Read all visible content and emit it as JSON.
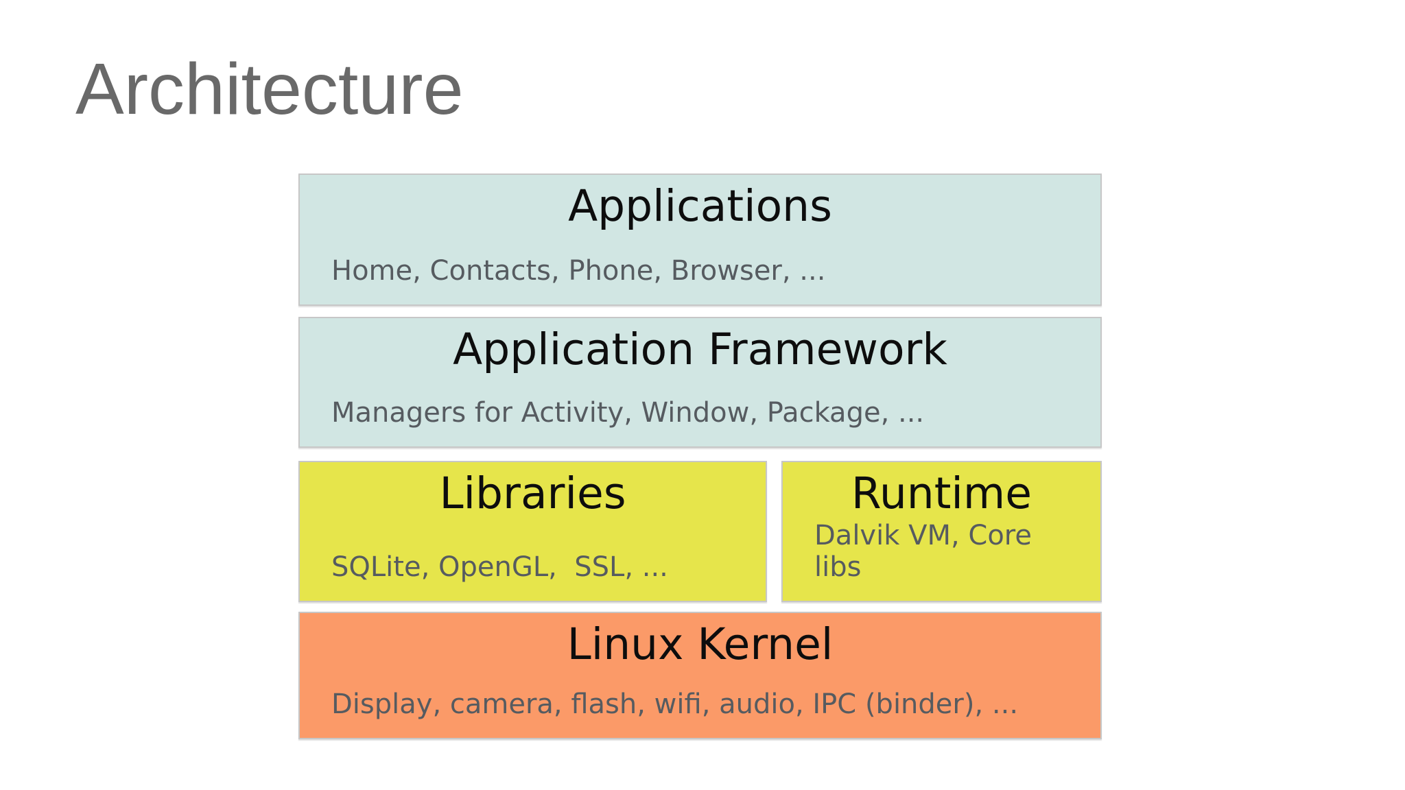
{
  "slide": {
    "title": "Architecture"
  },
  "colors": {
    "teal": "#d1e6e3",
    "yellow": "#e6e54b",
    "orange": "#fb9a68",
    "box_border": "#c7c7c7",
    "heading_text": "#0d0d0d",
    "subtitle_text": "#565b60",
    "title_text": "#696969",
    "background": "#ffffff"
  },
  "diagram": {
    "layers": [
      {
        "id": "applications",
        "title": "Applications",
        "subtitle": "Home, Contacts, Phone, Browser, ...",
        "color": "teal"
      },
      {
        "id": "framework",
        "title": "Application Framework",
        "subtitle": "Managers for Activity, Window, Package, ...",
        "color": "teal"
      },
      {
        "id": "libraries",
        "title": "Libraries",
        "subtitle": "SQLite, OpenGL,  SSL, ...",
        "color": "yellow"
      },
      {
        "id": "runtime",
        "title": "Runtime",
        "subtitle": "Dalvik VM, Core libs",
        "color": "yellow"
      },
      {
        "id": "kernel",
        "title": "Linux Kernel",
        "subtitle": "Display, camera, flash, wifi, audio, IPC (binder), ...",
        "color": "orange"
      }
    ]
  }
}
